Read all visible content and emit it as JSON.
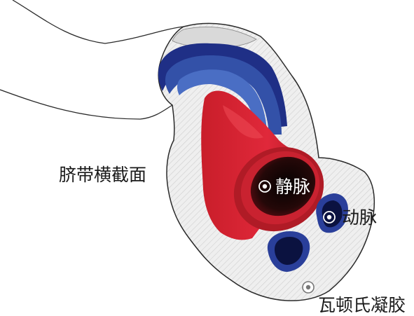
{
  "diagram": {
    "labels": {
      "cross_section": "脐带横截面",
      "vein": "静脉",
      "artery": "动脉",
      "wharton_jelly": "瓦顿氏凝胶"
    },
    "colors": {
      "background": "#ffffff",
      "outline": "#2a2a2a",
      "jelly": "#ececec",
      "jelly_hatch": "#c9c9c9",
      "artery_blue_dark": "#1f2f86",
      "artery_blue_mid": "#3351a8",
      "artery_blue_light": "#4a6ec4",
      "vein_red": "#d8232f",
      "vein_red_dark": "#a91a24",
      "vein_lumen": "#1a0606",
      "marker": "#ffffff"
    }
  }
}
